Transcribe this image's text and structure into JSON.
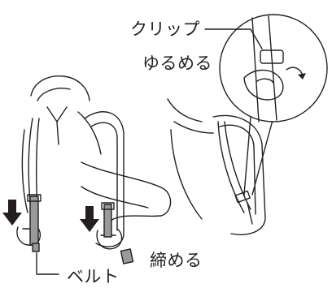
{
  "labels": {
    "clip": "クリップ",
    "loosen": "ゆるめる",
    "tighten": "締める",
    "belt": "ベルト"
  },
  "colors": {
    "line": "#231f20",
    "arrow_fill": "#231f20",
    "belt_fill": "#9a9a9a"
  }
}
